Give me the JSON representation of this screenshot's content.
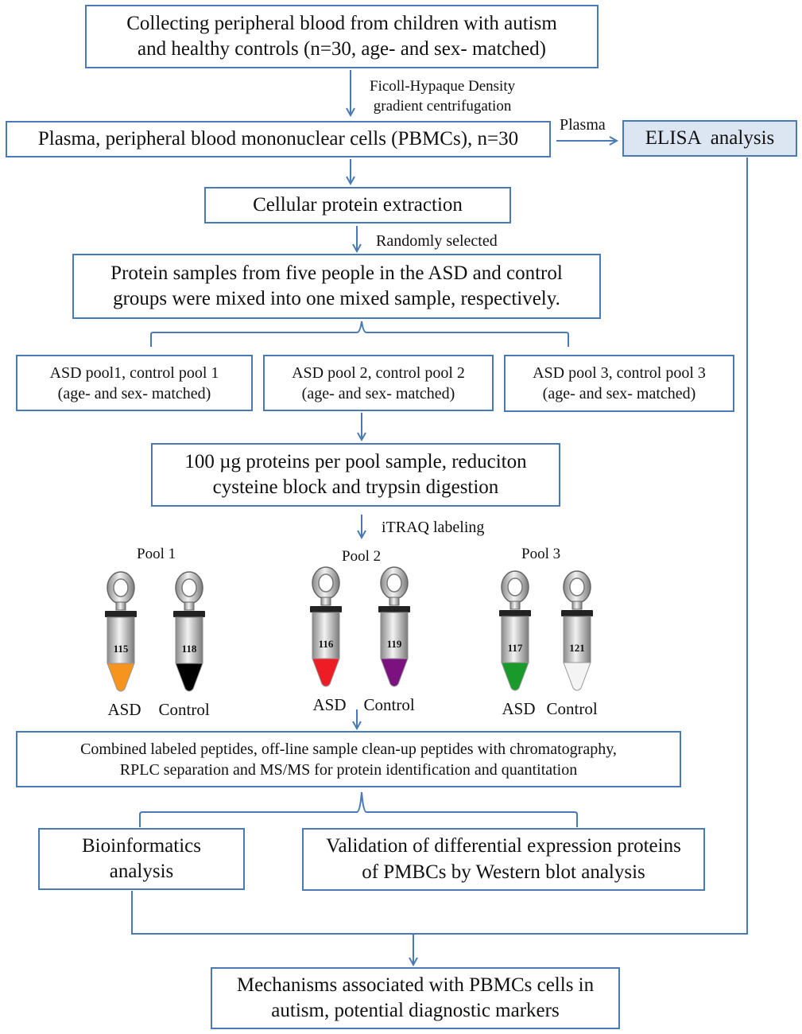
{
  "steps": {
    "collect": [
      "Collecting peripheral blood from children with autism",
      "and healthy controls (n=30, age- and sex- matched)"
    ],
    "ficoll": [
      "Ficoll-Hypaque Density",
      "gradient centrifugation"
    ],
    "plasma_pbmc": "Plasma, peripheral blood mononuclear cells (PBMCs), n=30",
    "plasma_label": "Plasma",
    "elisa": "ELISA  analysis",
    "extraction": "Cellular protein extraction",
    "random": "Randomly selected",
    "mix": [
      "Protein samples from five people in the ASD and control",
      "groups were mixed into one mixed sample, respectively."
    ],
    "pools": [
      [
        "ASD pool1, control pool 1",
        "(age- and sex- matched)"
      ],
      [
        "ASD pool 2, control pool 2",
        "(age- and sex- matched)"
      ],
      [
        "ASD pool 3, control pool 3",
        "(age- and sex- matched)"
      ]
    ],
    "digest": [
      "100 µg proteins per pool sample, reduciton",
      "cysteine block and trypsin digestion"
    ],
    "itraq": "iTRAQ labeling",
    "combined": [
      "Combined labeled peptides, off-line sample clean-up peptides with chromatography,",
      "RPLC separation and MS/MS for protein identification and quantitation"
    ],
    "bioinfo": [
      "Bioinformatics",
      "analysis"
    ],
    "validation": [
      "Validation of differential expression proteins",
      "of PMBCs by Western blot analysis"
    ],
    "mechanisms": [
      "Mechanisms associated with PBMCs cells in",
      "autism, potential diagnostic markers"
    ]
  },
  "tube_groups": [
    {
      "title": "Pool 1",
      "tubes": [
        {
          "number": "115",
          "label": "ASD",
          "color": "#f7941d"
        },
        {
          "number": "118",
          "label": "Control",
          "color": "#000000"
        }
      ]
    },
    {
      "title": "Pool 2",
      "tubes": [
        {
          "number": "116",
          "label": "ASD",
          "color": "#ee1c25"
        },
        {
          "number": "119",
          "label": "Control",
          "color": "#7b1280"
        }
      ]
    },
    {
      "title": "Pool 3",
      "tubes": [
        {
          "number": "117",
          "label": "ASD",
          "color": "#1a9a2a"
        },
        {
          "number": "121",
          "label": "Control",
          "color": "#f4f4f4"
        }
      ]
    }
  ],
  "colors": {
    "line": "#4a7ab5",
    "elisa_fill": "#dce6f2"
  }
}
